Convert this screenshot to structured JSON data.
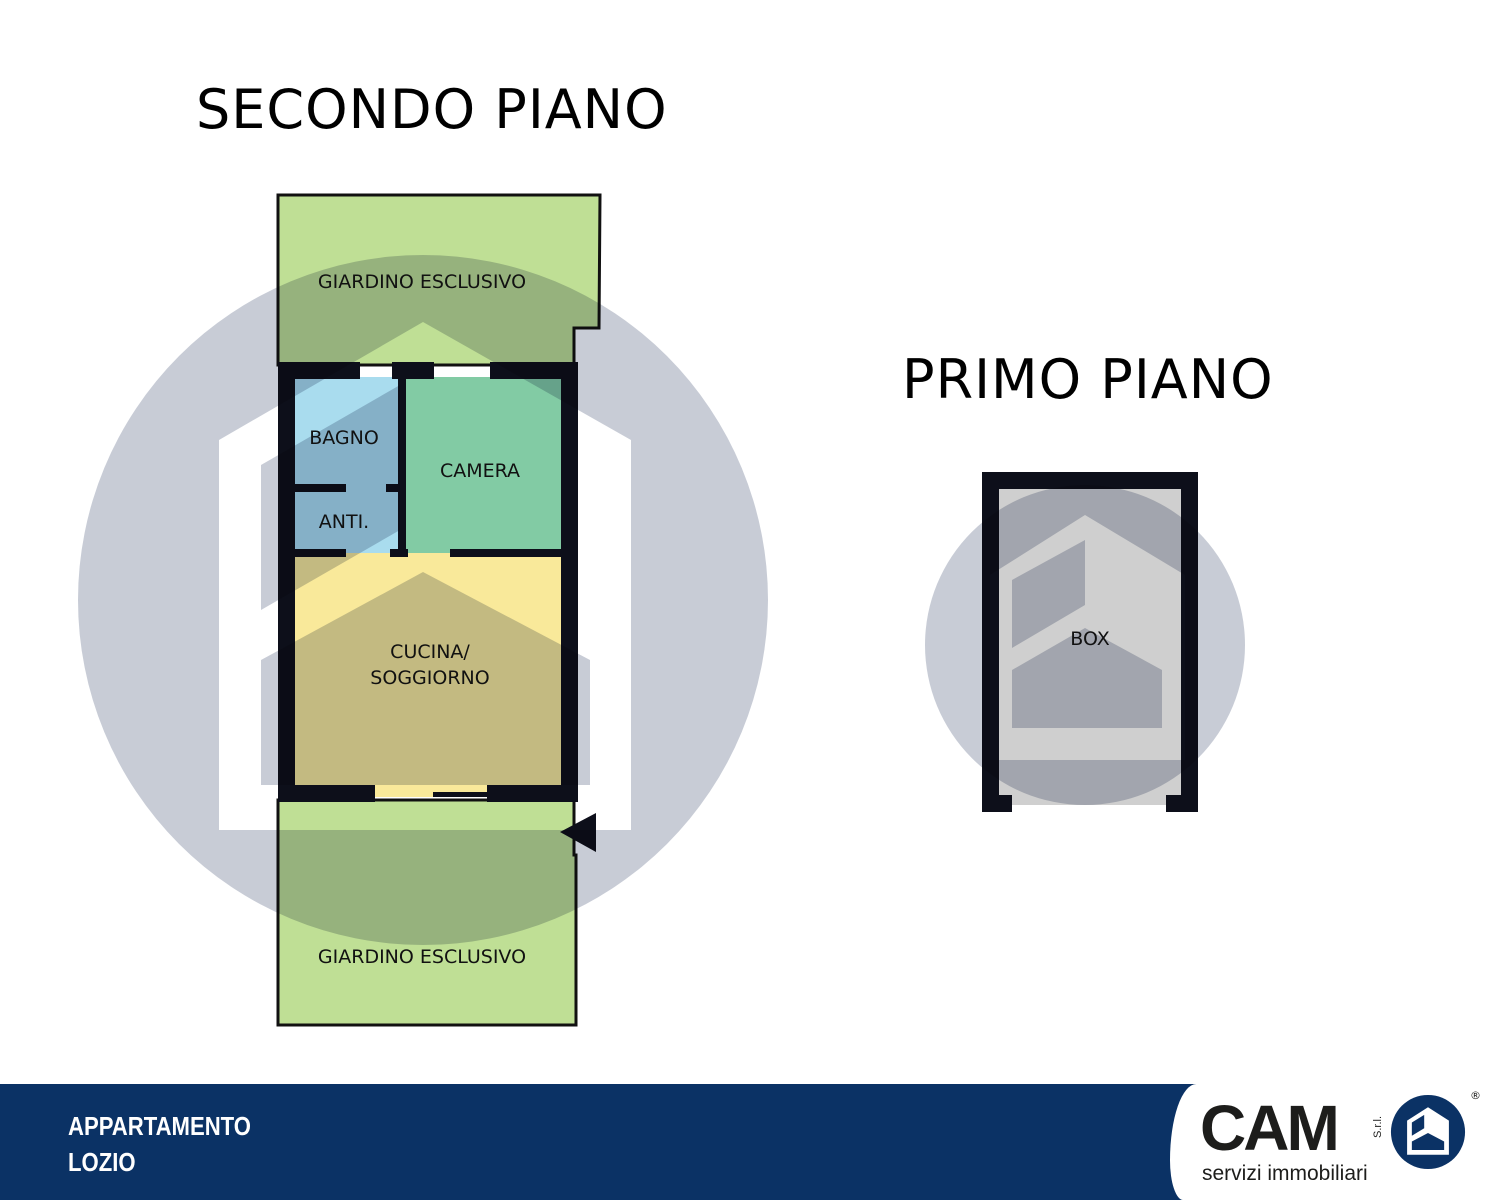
{
  "floors": {
    "second": {
      "title": "SECONDO PIANO",
      "rooms": {
        "garden_top": "GIARDINO ESCLUSIVO",
        "bagno": "BAGNO",
        "anti": "ANTI.",
        "camera": "CAMERA",
        "cucina_line1": "CUCINA/",
        "cucina_line2": "SOGGIORNO",
        "garden_bottom": "GIARDINO ESCLUSIVO"
      }
    },
    "first": {
      "title": "PRIMO PIANO",
      "rooms": {
        "box": "BOX"
      }
    }
  },
  "footer": {
    "line1": "APPARTAMENTO",
    "line2": "LOZIO"
  },
  "logo": {
    "brand": "CAM",
    "suffix": "S.r.l.",
    "tagline": "servizi immobiliari",
    "registered": "®"
  },
  "colors": {
    "garden": "#bfdf95",
    "bagno": "#a9dcee",
    "camera": "#82cba4",
    "cucina": "#f9e99a",
    "box": "#cfcfcf",
    "wall": "#0d0f1a",
    "watermark": "#c8ccd6",
    "footer": "#0b3265"
  }
}
